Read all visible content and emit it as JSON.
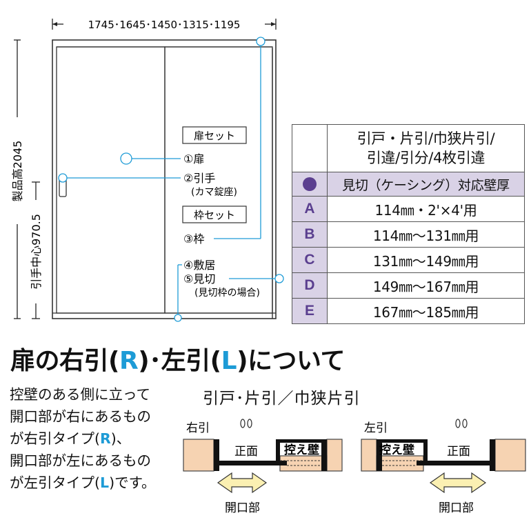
{
  "dimensions": {
    "width_label": "1745･1645･1450･1315･1195",
    "height_label": "製品高2045",
    "handle_height_label": "引手中心970.5"
  },
  "callouts": {
    "door_set": "扉セット",
    "frame_set": "枠セット",
    "item1": "①扉",
    "item2": "②引手",
    "item2_sub": "(カマ錠座)",
    "item3": "③枠",
    "item4": "④敷居",
    "item5": "⑤見切",
    "item5_sub": "(見切枠の場合)"
  },
  "table": {
    "header_line1": "引戸・片引/巾狭片引/",
    "header_line2": "引違/引分/4枚引違",
    "sub_header": "見切（ケーシング）対応壁厚",
    "rows": [
      {
        "key": "A",
        "value": "114㎜・2'×4'用"
      },
      {
        "key": "B",
        "value": "114㎜～131㎜用"
      },
      {
        "key": "C",
        "value": "131㎜～149㎜用"
      },
      {
        "key": "D",
        "value": "149㎜～167㎜用"
      },
      {
        "key": "E",
        "value": "167㎜～185㎜用"
      }
    ]
  },
  "heading": {
    "part1": "扉の右引(",
    "r": "R",
    "part2": ")･左引(",
    "l": "L",
    "part3": ")について"
  },
  "description": {
    "line1": "控壁のある側に立って",
    "line2": "開口部が右にあるもの",
    "line3a": "が右引タイプ(",
    "line3r": "R",
    "line3b": ")、",
    "line4": "開口部が左にあるもの",
    "line5a": "が左引タイプ(",
    "line5l": "L",
    "line5b": ")です。"
  },
  "subtitle": "引戸･片引／巾狭片引",
  "left_diagram": {
    "label": "右引",
    "front": "正面",
    "wall": "控え壁",
    "opening": "開口部"
  },
  "right_diagram": {
    "label": "左引",
    "front": "正面",
    "wall": "控え壁",
    "opening": "開口部"
  },
  "colors": {
    "purple_fill": "#d9d2e6",
    "purple_text": "#5a3f8f",
    "callout_blue": "#1d9bd6",
    "wall_fill": "#f6d3b2",
    "arrow_fill": "#fbf0b2"
  }
}
